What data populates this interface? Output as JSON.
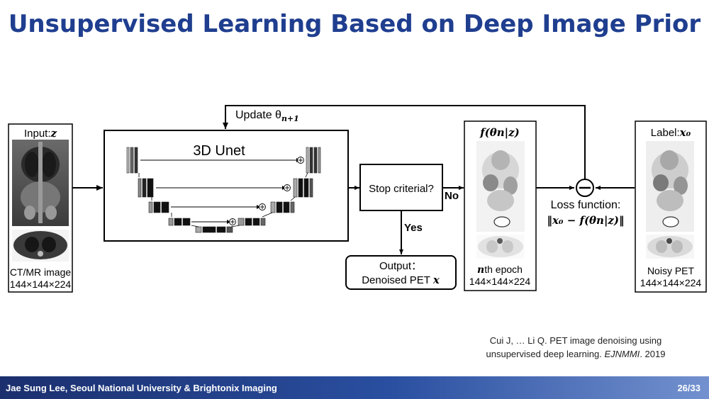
{
  "slide": {
    "title": "Unsupervised Learning Based on Deep Image Prior",
    "footer_left": "Jae Sung Lee, Seoul National University & Brightonix Imaging",
    "page": "26/33"
  },
  "diagram": {
    "update_label": "Update θ",
    "update_sub": "n+1",
    "input": {
      "label": "Input:",
      "var": "z",
      "caption1": "CT/MR image",
      "caption2": "144×144×224"
    },
    "unet": {
      "label": "3D Unet"
    },
    "stop": {
      "label": "Stop criterial?",
      "no": "No",
      "yes": "Yes"
    },
    "output": {
      "line1": "Output：",
      "line2": "Denoised PET ",
      "var": "x"
    },
    "nth": {
      "header": "f(θn|z)",
      "caption1_var": "n",
      "caption1": "th epoch",
      "caption2": "144×144×224"
    },
    "loss": {
      "line1": "Loss function:",
      "line2": "‖x₀ − f(θn|z)‖"
    },
    "label_box": {
      "label": "Label:",
      "var": "x₀",
      "caption1": "Noisy PET",
      "caption2": "144×144×224"
    }
  },
  "citation": {
    "line1": "Cui J, … Li Q. PET image denoising using",
    "line2_pre": "unsupervised deep learning. ",
    "line2_journal": "EJNMMI",
    "line2_post": ". 2019"
  },
  "colors": {
    "title": "#1f3e8f",
    "footer_start": "#1b2f6e",
    "footer_end": "#7391cf"
  }
}
